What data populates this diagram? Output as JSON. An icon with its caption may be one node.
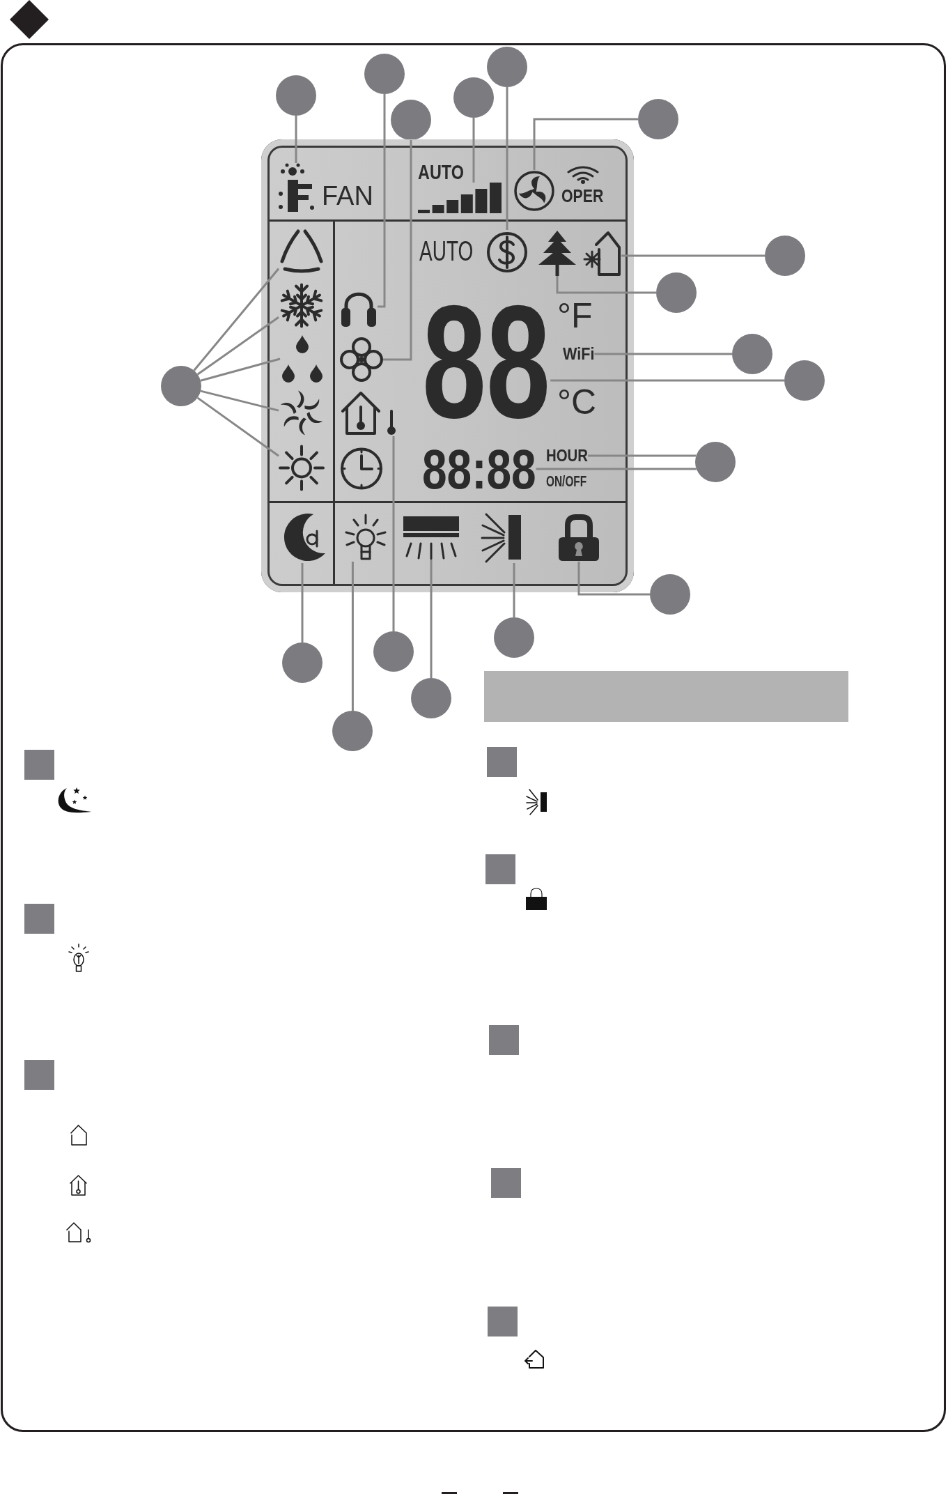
{
  "diagram": {
    "nodes": [
      {
        "text": [],
        "shape": "circle"
      },
      {
        "text": [],
        "shape": "circle"
      },
      {
        "text": [],
        "shape": "circle"
      },
      {
        "text": [],
        "shape": "circle"
      },
      {
        "text": [],
        "shape": "circle"
      },
      {
        "text": [],
        "shape": "circle"
      },
      {
        "text": [
          "FAN",
          "AUTO",
          "OPER",
          "AUTO",
          "°F",
          "°C",
          "ON/OFF"
        ]
      },
      {
        "text": [],
        "shape": "picture",
        "in": 6
      },
      {
        "text": [],
        "shape": "picture",
        "in": 6
      },
      {
        "text": [],
        "shape": "picture",
        "in": 6
      },
      {
        "text": [],
        "shape": "picture",
        "in": 6
      },
      {
        "text": [],
        "shape": "picture",
        "in": 6
      },
      {
        "text": [],
        "shape": "picture",
        "in": 6
      },
      {
        "text": [],
        "shape": "picture",
        "in": 6
      },
      {
        "text": [],
        "shape": "picture",
        "in": 6
      },
      {
        "text": [],
        "shape": "picture",
        "in": 6
      },
      {
        "text": [
          "88"
        ],
        "in": 6
      },
      {
        "text": [
          "WiFi"
        ],
        "in": 6
      },
      {
        "text": [],
        "shape": "picture",
        "in": 6
      },
      {
        "text": [],
        "shape": "picture",
        "in": 6
      },
      {
        "text": [],
        "shape": "picture",
        "in": 6
      },
      {
        "text": [],
        "shape": "picture",
        "in": 6
      },
      {
        "text": [],
        "shape": "picture",
        "in": 6
      },
      {
        "text": [
          "88:88"
        ],
        "in": 6
      },
      {
        "text": [
          "HOUR"
        ],
        "in": 6
      },
      {
        "text": [],
        "shape": "picture",
        "in": 6
      },
      {
        "text": [],
        "shape": "picture",
        "in": 6
      },
      {
        "text": [],
        "shape": "picture",
        "in": 6
      },
      {
        "text": [],
        "shape": "picture",
        "in": 6
      },
      {
        "text": [],
        "shape": "picture",
        "in": 6
      },
      {
        "text": [],
        "shape": "circle"
      },
      {
        "text": [],
        "shape": "circle"
      },
      {
        "text": [],
        "shape": "circle"
      },
      {
        "text": [],
        "shape": "circle"
      },
      {
        "text": [],
        "shape": "circle"
      },
      {
        "text": [],
        "shape": "circle"
      },
      {
        "text": [],
        "shape": "circle"
      },
      {
        "text": [],
        "shape": "circle"
      },
      {
        "text": [],
        "shape": "circle"
      },
      {
        "text": [],
        "shape": "circle"
      },
      {
        "text": [],
        "shape": "circle"
      },
      {
        "text": [],
        "shape": "circle"
      },
      {
        "text": [],
        "shape": "bar"
      }
    ],
    "edges": [
      {
        "from": 0,
        "to": 7,
        "arrow": "none"
      },
      {
        "from": 1,
        "to": 15,
        "arrow": "none"
      },
      {
        "from": 2,
        "to": 11,
        "arrow": "none"
      },
      {
        "from": 3,
        "to": 19,
        "arrow": "none"
      },
      {
        "from": 4,
        "to": 8,
        "arrow": "none"
      },
      {
        "from": 5,
        "to": 9,
        "arrow": "none"
      },
      {
        "from": 30,
        "to": 10,
        "arrow": "none"
      },
      {
        "from": 30,
        "to": 14,
        "arrow": "none"
      },
      {
        "from": 30,
        "to": 18,
        "arrow": "none"
      },
      {
        "from": 30,
        "to": 20,
        "arrow": "none"
      },
      {
        "from": 30,
        "to": 22,
        "arrow": "none"
      },
      {
        "from": 31,
        "to": 13,
        "arrow": "none"
      },
      {
        "from": 32,
        "to": 12,
        "arrow": "none"
      },
      {
        "from": 33,
        "to": 17,
        "arrow": "none"
      },
      {
        "from": 34,
        "to": 16,
        "arrow": "none"
      },
      {
        "from": 35,
        "to": 24,
        "arrow": "none"
      },
      {
        "from": 35,
        "to": 23,
        "arrow": "none"
      },
      {
        "from": 36,
        "to": 29,
        "arrow": "none"
      },
      {
        "from": 37,
        "to": 28,
        "arrow": "none"
      },
      {
        "from": 38,
        "to": 25,
        "arrow": "none"
      },
      {
        "from": 39,
        "to": 21,
        "arrow": "none"
      },
      {
        "from": 40,
        "to": 27,
        "arrow": "none"
      },
      {
        "from": 41,
        "to": 26,
        "arrow": "none"
      }
    ]
  }
}
